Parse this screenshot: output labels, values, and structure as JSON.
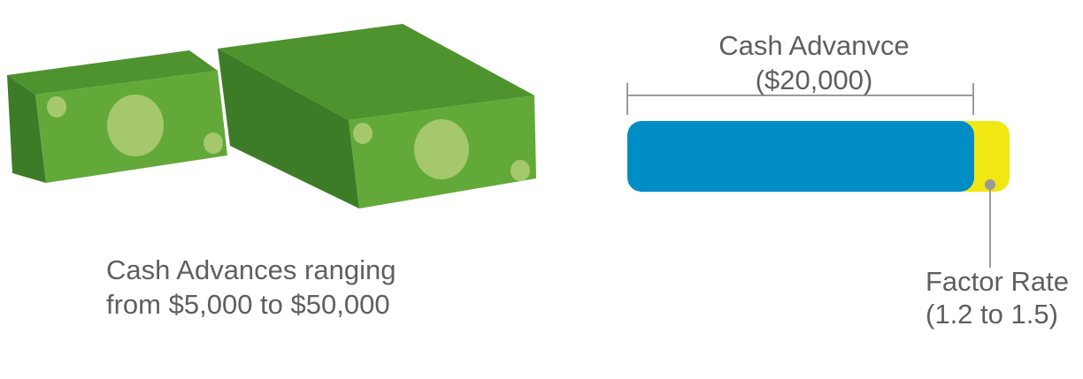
{
  "cash_caption": {
    "line1": "Cash Advances ranging",
    "line2": "from $5,000 to $50,000"
  },
  "advance": {
    "title": "Cash Advanvce",
    "amount": "($20,000)"
  },
  "factor": {
    "title": "Factor Rate",
    "range": "(1.2 to 1.5)"
  },
  "colors": {
    "bill_front": "#62a93a",
    "bill_top": "#4e932d",
    "bill_side": "#3e7b27",
    "bill_spot": "#a6c86c",
    "advance_bar": "#008dc6",
    "factor_bar": "#f0e713",
    "bracket": "#9a9a9a",
    "text": "#5f5f5f"
  }
}
